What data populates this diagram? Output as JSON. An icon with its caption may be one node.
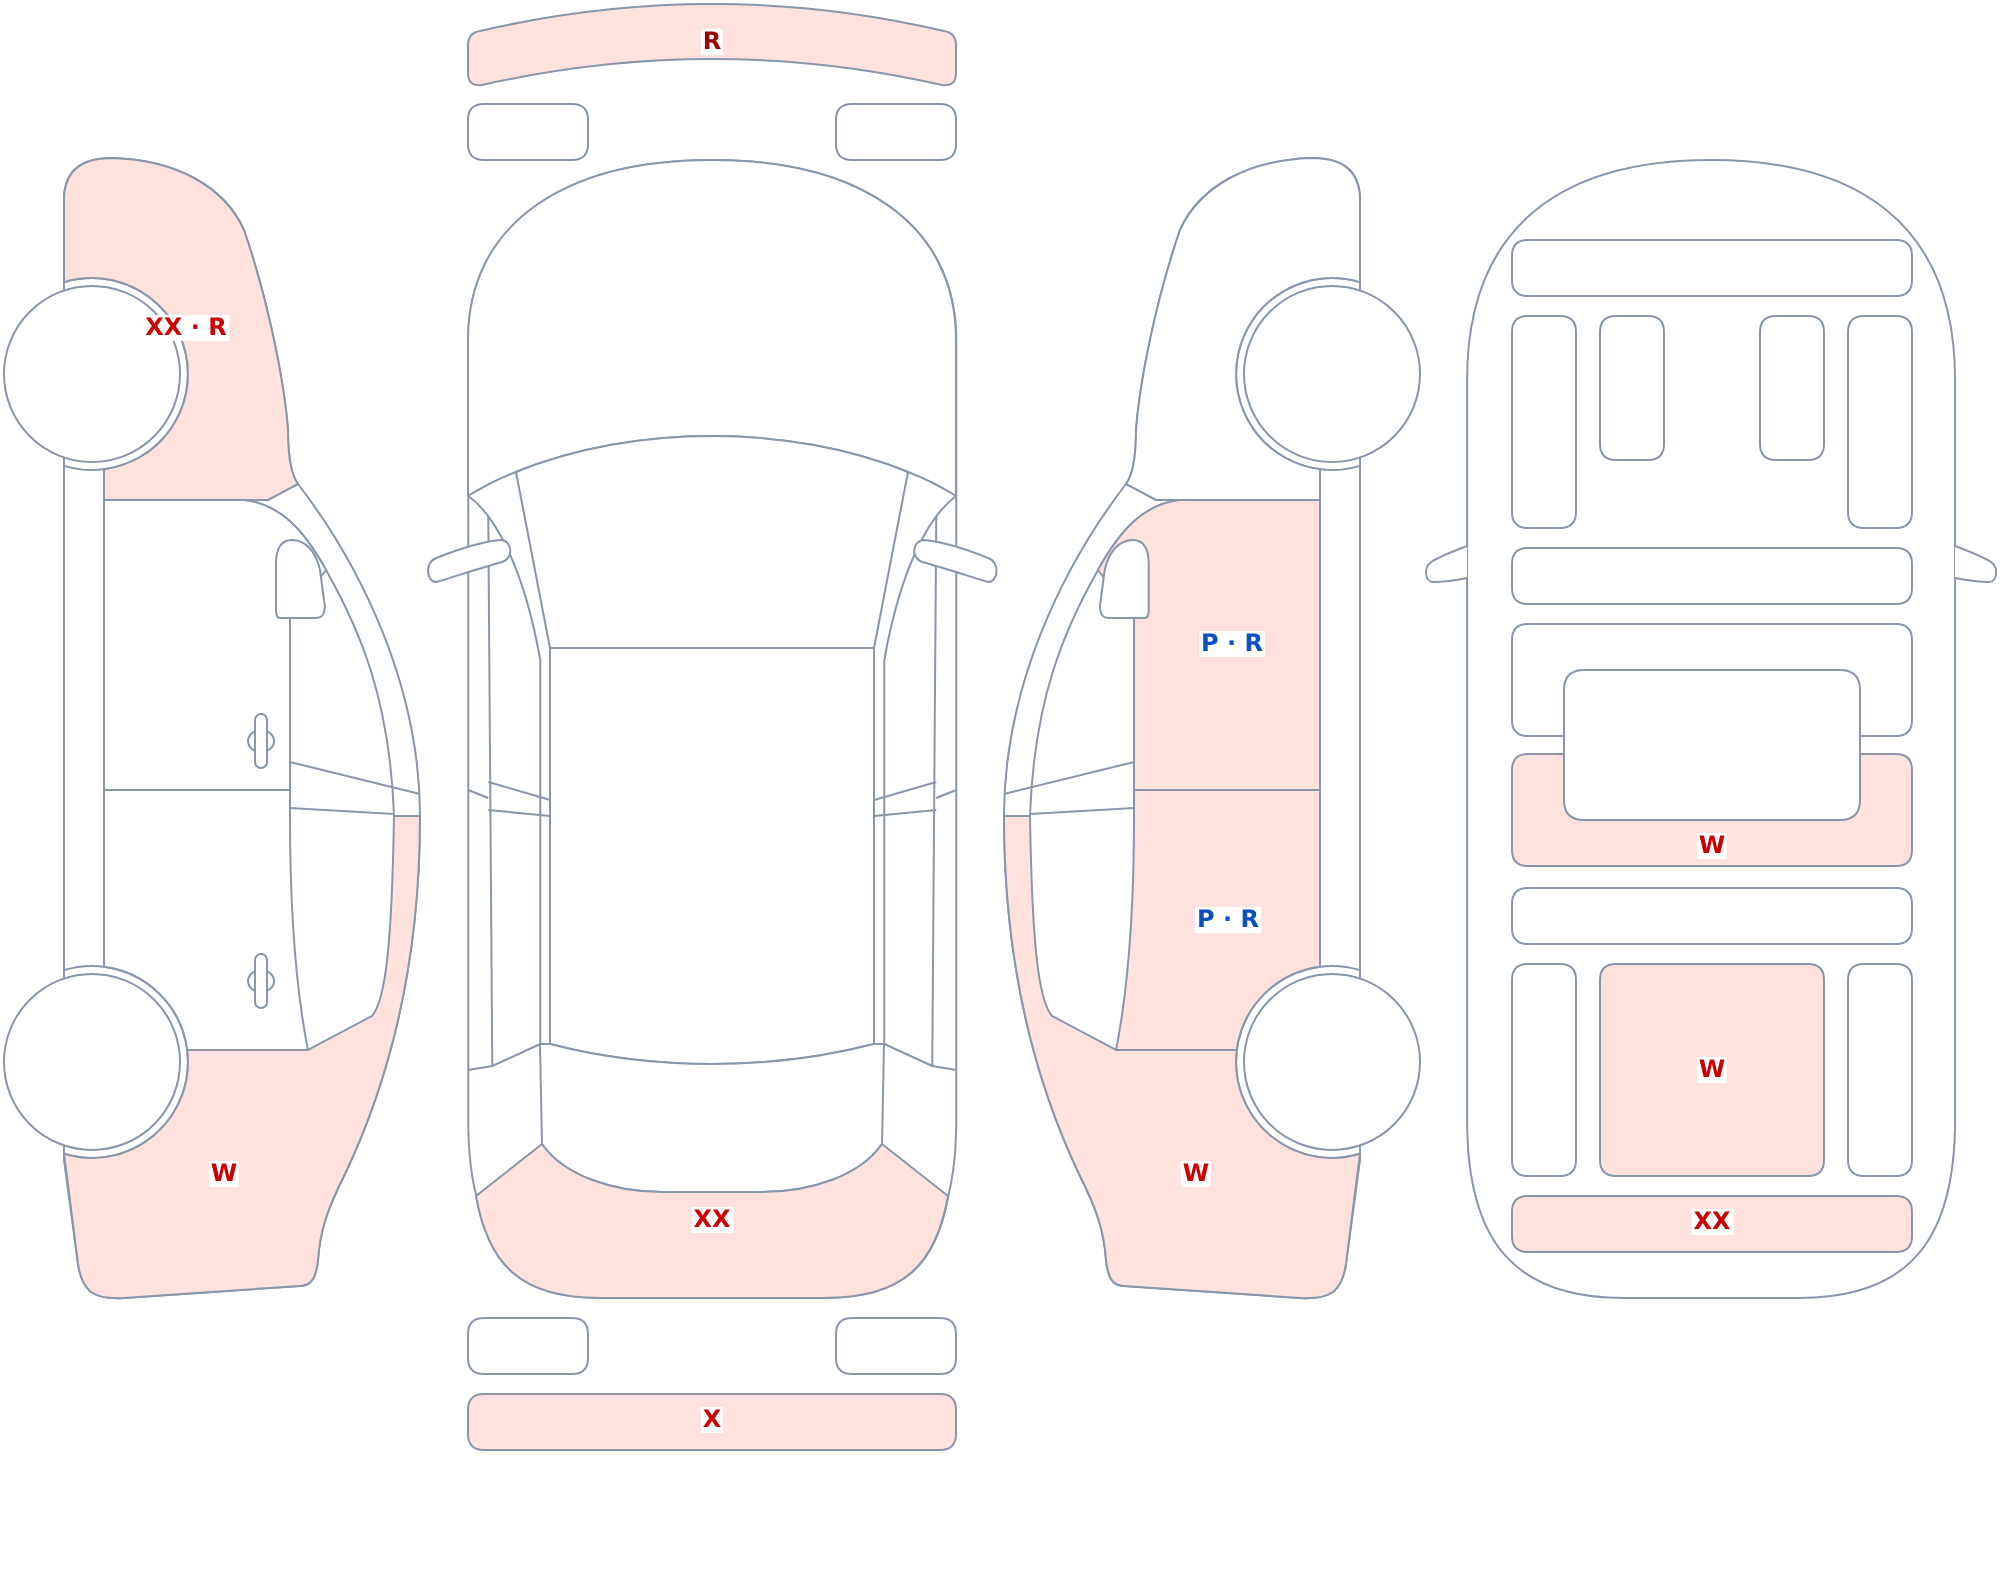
{
  "diagram": {
    "nodes": [
      {
        "text": [
          "XX · R"
        ]
      },
      {
        "text": [],
        "shape": "panel"
      },
      {
        "text": [],
        "shape": "panel"
      },
      {
        "text": [
          "W"
        ]
      },
      {
        "text": [
          "R"
        ]
      },
      {
        "text": [],
        "shape": "box"
      },
      {
        "text": [],
        "shape": "box"
      },
      {
        "text": [],
        "shape": "panel"
      },
      {
        "text": [],
        "shape": "panel"
      },
      {
        "text": [],
        "shape": "panel"
      },
      {
        "text": [],
        "shape": "panel"
      },
      {
        "text": [
          "XX"
        ]
      },
      {
        "text": [],
        "shape": "box"
      },
      {
        "text": [],
        "shape": "box"
      },
      {
        "text": [
          "X"
        ]
      },
      {
        "text": [],
        "shape": "panel"
      },
      {
        "text": [
          "P · R"
        ]
      },
      {
        "text": [
          "P · R"
        ]
      },
      {
        "text": [
          "W"
        ]
      },
      {
        "text": [],
        "shape": "box"
      },
      {
        "text": [],
        "shape": "box"
      },
      {
        "text": [],
        "shape": "box"
      },
      {
        "text": [],
        "shape": "box"
      },
      {
        "text": [],
        "shape": "box"
      },
      {
        "text": [],
        "shape": "box"
      },
      {
        "text": [],
        "shape": "box"
      },
      {
        "text": [],
        "shape": "box"
      },
      {
        "text": [
          "W"
        ]
      },
      {
        "text": [],
        "shape": "box"
      },
      {
        "text": [],
        "shape": "box"
      },
      {
        "text": [
          "W"
        ]
      },
      {
        "text": [],
        "shape": "box"
      },
      {
        "text": [
          "XX"
        ]
      }
    ]
  }
}
